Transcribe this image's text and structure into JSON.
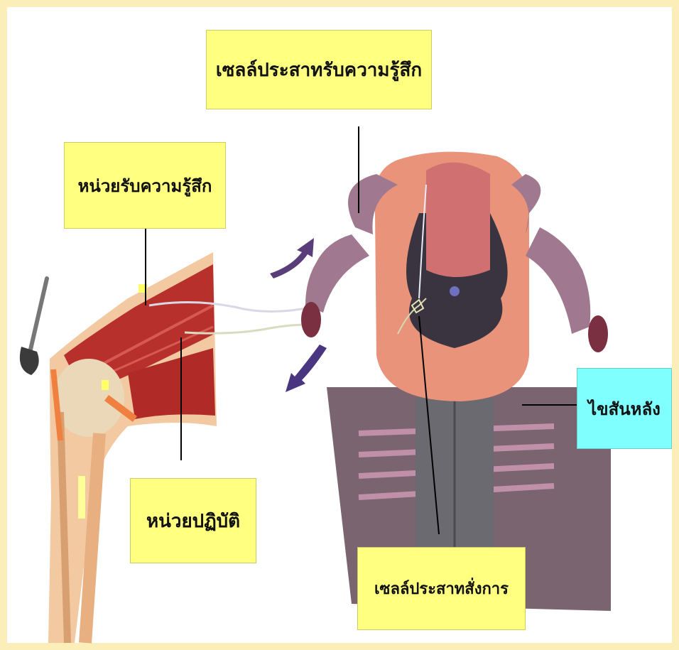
{
  "labels": {
    "sensory_neuron": "เซลล์ประสาทรับความรู้สึก",
    "receptor": "หน่วยรับความรู้สึก",
    "effector": "หน่วยปฏิบัติ",
    "spinal_cord": "ไขสันหลัง",
    "motor_neuron": "เซลล์ประสาทสั่งการ"
  },
  "colors": {
    "page_border": "#fbeeb9",
    "label_yellow": "#ffff80",
    "label_cyan": "#80ffff",
    "gray_matter": "#e8937a",
    "white_matter": "#3a3440",
    "nerve_root": "#a07890",
    "muscle": "#b8302c",
    "skin": "#f2c9a0"
  },
  "icons": [
    "arrow-out-icon",
    "arrow-in-icon",
    "reflex-hammer-icon"
  ]
}
